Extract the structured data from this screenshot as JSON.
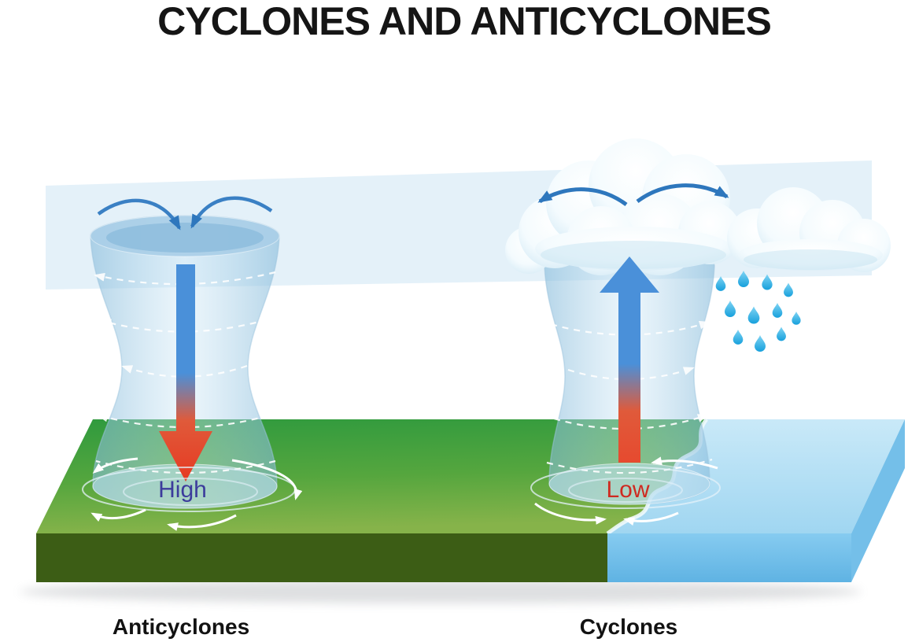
{
  "title": "CYCLONES AND ANTICYCLONES",
  "anticyclone": {
    "caption": "Anticyclones",
    "pressure_label": "High"
  },
  "cyclone": {
    "caption": "Cyclones",
    "pressure_label": "Low"
  },
  "colors": {
    "title_text": "#151515",
    "high_label": "#3c3c9c",
    "low_label": "#cf2a20",
    "arrow_blue": "#4a90d9",
    "arrow_red": "#e8432e",
    "flow_arrow_blue": "#2e77bd",
    "land_green_top": "#55a63e",
    "land_green_front": "#3c5d15",
    "water_blue": "#8ecdee",
    "atmosphere_band": "#ddeef8",
    "cloud_white": "#f4fbfe",
    "rain_drop": "#1ba0dc",
    "column_blue": "#aed4ec"
  }
}
